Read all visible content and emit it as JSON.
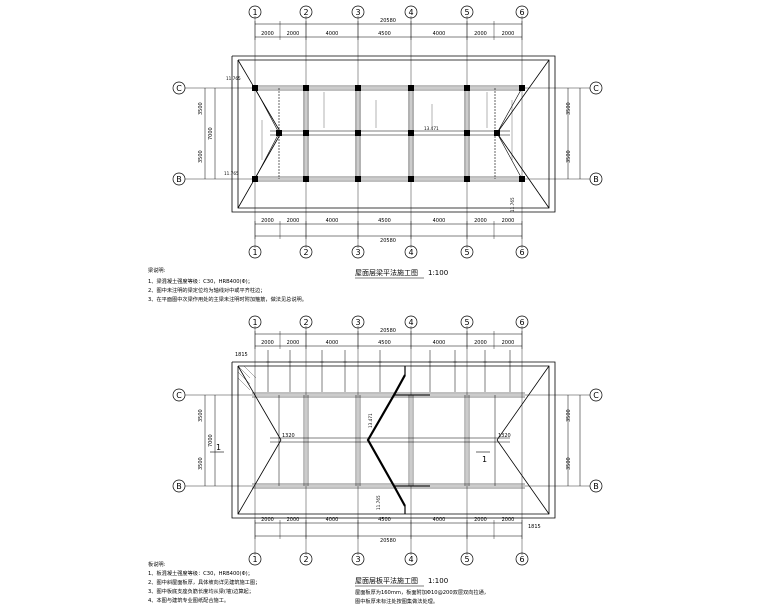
{
  "grid": {
    "columns": [
      "1",
      "2",
      "3",
      "4",
      "5",
      "6"
    ],
    "rows": [
      "C",
      "B"
    ]
  },
  "plan_top": {
    "title": "屋面层梁平法施工图",
    "scale": "1:100",
    "total_width": "20580",
    "spans": [
      "2000",
      "2000",
      "4000",
      "4500",
      "4000",
      "2000",
      "2000"
    ],
    "row_spans_right": [
      "3500",
      "3500"
    ],
    "row_total": "7000",
    "row_spans_left": [
      "3500",
      "3500"
    ],
    "elevations": [
      "11.765",
      "11.765",
      "11.765",
      "13.471"
    ]
  },
  "plan_bottom": {
    "title": "屋面层板平法施工图",
    "scale": "1:100",
    "total_width": "20580",
    "spans": [
      "2000",
      "2000",
      "4000",
      "4500",
      "4000",
      "2000",
      "2000"
    ],
    "row_spans_right": [
      "3500",
      "3500"
    ],
    "row_total": "7000",
    "row_spans_left": [
      "3500",
      "3500"
    ],
    "offset_top": "1815",
    "offset_bottom": "1815",
    "dims_1320": [
      "1320",
      "1320"
    ],
    "section_marks": [
      "1",
      "1"
    ],
    "ridge_elevation": "13.471",
    "eave_elevation": "11.765"
  },
  "notes_beam": {
    "heading": "梁说明:",
    "lines": [
      "1、梁混凝土强度等级：C30，HRB400(Φ)；",
      "2、图中未注明的梁定位均为轴线对中或平齐柱边；",
      "3、在平面图中次梁作用处的主梁未注明时附加箍筋，做法见总说明。"
    ]
  },
  "notes_slab": {
    "heading": "板说明:",
    "lines": [
      "1、板混凝土强度等级：C30，HRB400(Φ)；",
      "2、图中斜屋面板厚，具体坡向详见建筑施工图；",
      "3、图中板底支座负筋长度均从梁(墙)边算起；",
      "4、本图与建筑专业图纸配合施工。"
    ],
    "extra_lines": [
      "屋面板厚为160mm，板面附加Φ10@200双层双向拉通，",
      "图中板厚未标注处按图集做法处理。"
    ]
  }
}
